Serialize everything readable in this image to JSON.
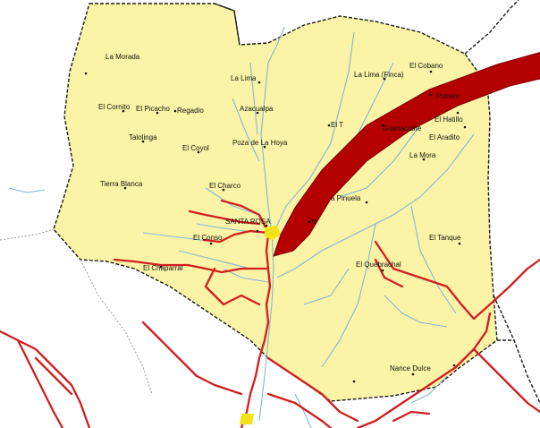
{
  "colors": {
    "territory_fill": "#fbf4a6",
    "border": "#1a1a1a",
    "river": "#7fb6d6",
    "road": "#d11e1e",
    "town": "#f5e21a",
    "arrow": "#b40000"
  },
  "places": [
    {
      "id": "la-morada",
      "label": "La Morada"
    },
    {
      "id": "la-lima",
      "label": "La Lima"
    },
    {
      "id": "la-lima-finca",
      "label": "La Lima (Finca)"
    },
    {
      "id": "el-cobano",
      "label": "El Cobano"
    },
    {
      "id": "potrero",
      "label": "Potrero"
    },
    {
      "id": "el-cornito",
      "label": "El Cornito"
    },
    {
      "id": "el-picacho",
      "label": "El Picacho"
    },
    {
      "id": "regadio",
      "label": "Regadio"
    },
    {
      "id": "azacualpa",
      "label": "Azacualpa"
    },
    {
      "id": "el-hatillo",
      "label": "El Hatillo"
    },
    {
      "id": "el-aradito",
      "label": "El Aradito"
    },
    {
      "id": "talolinga",
      "label": "Talolinga"
    },
    {
      "id": "el-coyol",
      "label": "El Coyol"
    },
    {
      "id": "poza-de-la-hoya",
      "label": "Poza de La Hoya"
    },
    {
      "id": "el-t",
      "label": "El T"
    },
    {
      "id": "guanacaste",
      "label": "Guanacaste"
    },
    {
      "id": "la-mora",
      "label": "La Mora"
    },
    {
      "id": "tierra-blanca",
      "label": "Tierra Blanca"
    },
    {
      "id": "el-charco",
      "label": "El Charco"
    },
    {
      "id": "la-pinuela",
      "label": "a Pinuela"
    },
    {
      "id": "santa-rosa",
      "label": "SANTA ROSA"
    },
    {
      "id": "santa-rosa-tail",
      "label": "N"
    },
    {
      "id": "el-conso",
      "label": "El Conso"
    },
    {
      "id": "el-tanque",
      "label": "El Tanque"
    },
    {
      "id": "el-chaparral",
      "label": "El Chaparral"
    },
    {
      "id": "el-quebrachal",
      "label": "El Quebrachal"
    },
    {
      "id": "nance-dulce",
      "label": "Nance Dulce"
    }
  ]
}
